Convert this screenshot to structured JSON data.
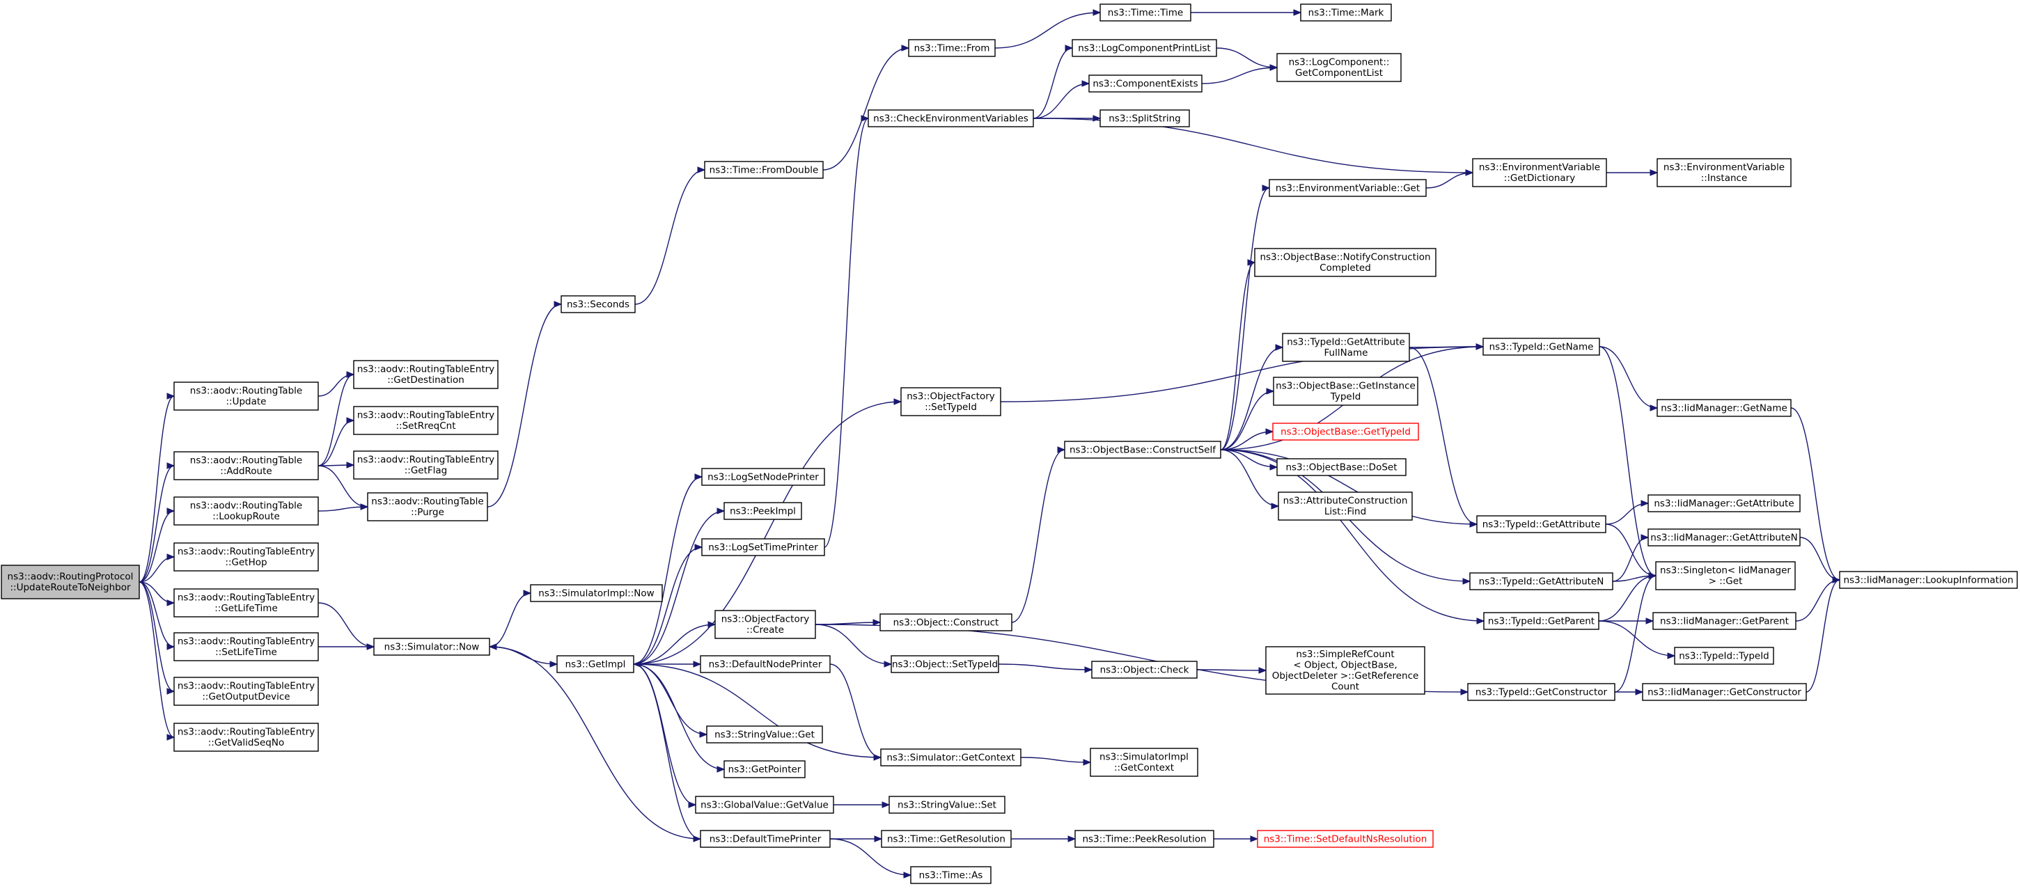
{
  "graph": {
    "colors": {
      "edge": "#191970",
      "root_fill": "#bfbfbf",
      "highlight": "#ff0000"
    },
    "nodes": [
      {
        "id": "root",
        "lines": [
          "ns3::aodv::RoutingProtocol",
          "::UpdateRouteToNeighbor"
        ],
        "root": true
      },
      {
        "id": "rtUpdate",
        "lines": [
          "ns3::aodv::RoutingTable",
          "::Update"
        ]
      },
      {
        "id": "rtAddRoute",
        "lines": [
          "ns3::aodv::RoutingTable",
          "::AddRoute"
        ]
      },
      {
        "id": "rtLookup",
        "lines": [
          "ns3::aodv::RoutingTable",
          "::LookupRoute"
        ]
      },
      {
        "id": "rteGetHop",
        "lines": [
          "ns3::aodv::RoutingTableEntry",
          "::GetHop"
        ]
      },
      {
        "id": "rteGetLife",
        "lines": [
          "ns3::aodv::RoutingTableEntry",
          "::GetLifeTime"
        ]
      },
      {
        "id": "rteSetLife",
        "lines": [
          "ns3::aodv::RoutingTableEntry",
          "::SetLifeTime"
        ]
      },
      {
        "id": "rteGetOut",
        "lines": [
          "ns3::aodv::RoutingTableEntry",
          "::GetOutputDevice"
        ]
      },
      {
        "id": "rteGetValid",
        "lines": [
          "ns3::aodv::RoutingTableEntry",
          "::GetValidSeqNo"
        ]
      },
      {
        "id": "rteGetDest",
        "lines": [
          "ns3::aodv::RoutingTableEntry",
          "::GetDestination"
        ]
      },
      {
        "id": "rteSetReq",
        "lines": [
          "ns3::aodv::RoutingTableEntry",
          "::SetRreqCnt"
        ]
      },
      {
        "id": "rteGetFlag",
        "lines": [
          "ns3::aodv::RoutingTableEntry",
          "::GetFlag"
        ]
      },
      {
        "id": "rtPurge",
        "lines": [
          "ns3::aodv::RoutingTable",
          "::Purge"
        ]
      },
      {
        "id": "simNow",
        "lines": [
          "ns3::Simulator::Now"
        ]
      },
      {
        "id": "seconds",
        "lines": [
          "ns3::Seconds"
        ]
      },
      {
        "id": "fromDouble",
        "lines": [
          "ns3::Time::FromDouble"
        ]
      },
      {
        "id": "timeFrom",
        "lines": [
          "ns3::Time::From"
        ]
      },
      {
        "id": "timeTime",
        "lines": [
          "ns3::Time::Time"
        ]
      },
      {
        "id": "timeMark",
        "lines": [
          "ns3::Time::Mark"
        ]
      },
      {
        "id": "simImplNow",
        "lines": [
          "ns3::SimulatorImpl::Now"
        ]
      },
      {
        "id": "getImpl",
        "lines": [
          "ns3::GetImpl"
        ]
      },
      {
        "id": "logSetNode",
        "lines": [
          "ns3::LogSetNodePrinter"
        ]
      },
      {
        "id": "peekImpl",
        "lines": [
          "ns3::PeekImpl"
        ]
      },
      {
        "id": "logSetTime",
        "lines": [
          "ns3::LogSetTimePrinter"
        ]
      },
      {
        "id": "ofCreate",
        "lines": [
          "ns3::ObjectFactory",
          "::Create"
        ]
      },
      {
        "id": "defNodePrinter",
        "lines": [
          "ns3::DefaultNodePrinter"
        ]
      },
      {
        "id": "strValGet",
        "lines": [
          "ns3::StringValue::Get"
        ]
      },
      {
        "id": "getPointer",
        "lines": [
          "ns3::GetPointer"
        ]
      },
      {
        "id": "gvGetValue",
        "lines": [
          "ns3::GlobalValue::GetValue"
        ]
      },
      {
        "id": "defTimePrinter",
        "lines": [
          "ns3::DefaultTimePrinter"
        ]
      },
      {
        "id": "checkEnv",
        "lines": [
          "ns3::CheckEnvironmentVariables"
        ]
      },
      {
        "id": "ofSetTypeId",
        "lines": [
          "ns3::ObjectFactory",
          "::SetTypeId"
        ]
      },
      {
        "id": "objConstruct",
        "lines": [
          "ns3::Object::Construct"
        ]
      },
      {
        "id": "objSetTypeId",
        "lines": [
          "ns3::Object::SetTypeId"
        ]
      },
      {
        "id": "simGetContext",
        "lines": [
          "ns3::Simulator::GetContext"
        ]
      },
      {
        "id": "strValSet",
        "lines": [
          "ns3::StringValue::Set"
        ]
      },
      {
        "id": "getResolution",
        "lines": [
          "ns3::Time::GetResolution"
        ]
      },
      {
        "id": "timeAs",
        "lines": [
          "ns3::Time::As"
        ]
      },
      {
        "id": "logCompPrint",
        "lines": [
          "ns3::LogComponentPrintList"
        ]
      },
      {
        "id": "compExists",
        "lines": [
          "ns3::ComponentExists"
        ]
      },
      {
        "id": "splitString",
        "lines": [
          "ns3::SplitString"
        ]
      },
      {
        "id": "logCompGetList",
        "lines": [
          "ns3::LogComponent::",
          "GetComponentList"
        ]
      },
      {
        "id": "envGetDict",
        "lines": [
          "ns3::EnvironmentVariable",
          "::GetDictionary"
        ]
      },
      {
        "id": "envInstance",
        "lines": [
          "ns3::EnvironmentVariable",
          "::Instance"
        ]
      },
      {
        "id": "envGet",
        "lines": [
          "ns3::EnvironmentVariable::Get"
        ]
      },
      {
        "id": "obNotify",
        "lines": [
          "ns3::ObjectBase::NotifyConstruction",
          "Completed"
        ]
      },
      {
        "id": "tidGetAttrFull",
        "lines": [
          "ns3::TypeId::GetAttribute",
          "FullName"
        ]
      },
      {
        "id": "obGetInstTid",
        "lines": [
          "ns3::ObjectBase::GetInstance",
          "TypeId"
        ]
      },
      {
        "id": "obGetTid",
        "lines": [
          "ns3::ObjectBase::GetTypeId"
        ],
        "red": true
      },
      {
        "id": "obConstructSelf",
        "lines": [
          "ns3::ObjectBase::ConstructSelf"
        ]
      },
      {
        "id": "obDoSet",
        "lines": [
          "ns3::ObjectBase::DoSet"
        ]
      },
      {
        "id": "attrConstrFind",
        "lines": [
          "ns3::AttributeConstruction",
          "List::Find"
        ]
      },
      {
        "id": "tidGetName",
        "lines": [
          "ns3::TypeId::GetName"
        ]
      },
      {
        "id": "tidGetAttr",
        "lines": [
          "ns3::TypeId::GetAttribute"
        ]
      },
      {
        "id": "tidGetAttrN",
        "lines": [
          "ns3::TypeId::GetAttributeN"
        ]
      },
      {
        "id": "tidGetParent",
        "lines": [
          "ns3::TypeId::GetParent"
        ]
      },
      {
        "id": "tidGetCtor",
        "lines": [
          "ns3::TypeId::GetConstructor"
        ]
      },
      {
        "id": "objCheck",
        "lines": [
          "ns3::Object::Check"
        ]
      },
      {
        "id": "simpleRef",
        "lines": [
          "ns3::SimpleRefCount",
          "< Object, ObjectBase,",
          "ObjectDeleter >::GetReference",
          "Count"
        ]
      },
      {
        "id": "simImplGetCtx",
        "lines": [
          "ns3::SimulatorImpl",
          "::GetContext"
        ]
      },
      {
        "id": "peekResolution",
        "lines": [
          "ns3::Time::PeekResolution"
        ]
      },
      {
        "id": "setDefNsRes",
        "lines": [
          "ns3::Time::SetDefaultNsResolution"
        ],
        "red": true
      },
      {
        "id": "iidGetName",
        "lines": [
          "ns3::IidManager::GetName"
        ]
      },
      {
        "id": "iidGetAttr",
        "lines": [
          "ns3::IidManager::GetAttribute"
        ]
      },
      {
        "id": "iidGetAttrN",
        "lines": [
          "ns3::IidManager::GetAttributeN"
        ]
      },
      {
        "id": "singletonGet",
        "lines": [
          "ns3::Singleton< IidManager",
          "> ::Get"
        ]
      },
      {
        "id": "iidGetParent",
        "lines": [
          "ns3::IidManager::GetParent"
        ]
      },
      {
        "id": "tidTypeId",
        "lines": [
          "ns3::TypeId::TypeId"
        ]
      },
      {
        "id": "iidGetCtor",
        "lines": [
          "ns3::IidManager::GetConstructor"
        ]
      },
      {
        "id": "iidLookup",
        "lines": [
          "ns3::IidManager::LookupInformation"
        ]
      }
    ],
    "edges": [
      [
        "root",
        "rtUpdate"
      ],
      [
        "root",
        "rtAddRoute"
      ],
      [
        "root",
        "rtLookup"
      ],
      [
        "root",
        "rteGetHop"
      ],
      [
        "root",
        "rteGetLife"
      ],
      [
        "root",
        "rteSetLife"
      ],
      [
        "root",
        "rteGetOut"
      ],
      [
        "root",
        "rteGetValid"
      ],
      [
        "rtUpdate",
        "rteGetDest"
      ],
      [
        "rtAddRoute",
        "rteGetDest"
      ],
      [
        "rtAddRoute",
        "rteSetReq"
      ],
      [
        "rtAddRoute",
        "rteGetFlag"
      ],
      [
        "rtAddRoute",
        "rtPurge"
      ],
      [
        "rtLookup",
        "rtPurge"
      ],
      [
        "rteGetLife",
        "simNow"
      ],
      [
        "rteSetLife",
        "simNow"
      ],
      [
        "rtPurge",
        "seconds"
      ],
      [
        "seconds",
        "fromDouble"
      ],
      [
        "fromDouble",
        "timeFrom"
      ],
      [
        "timeFrom",
        "timeTime"
      ],
      [
        "timeTime",
        "timeMark"
      ],
      [
        "simNow",
        "simImplNow"
      ],
      [
        "simNow",
        "getImpl"
      ],
      [
        "getImpl",
        "logSetNode"
      ],
      [
        "getImpl",
        "peekImpl"
      ],
      [
        "getImpl",
        "logSetTime"
      ],
      [
        "getImpl",
        "ofSetTypeId"
      ],
      [
        "getImpl",
        "ofCreate"
      ],
      [
        "getImpl",
        "defNodePrinter"
      ],
      [
        "getImpl",
        "strValGet"
      ],
      [
        "getImpl",
        "getPointer"
      ],
      [
        "getImpl",
        "gvGetValue"
      ],
      [
        "getImpl",
        "defTimePrinter"
      ],
      [
        "logSetTime",
        "checkEnv"
      ],
      [
        "ofSetTypeId",
        "tidGetName"
      ],
      [
        "ofCreate",
        "objConstruct"
      ],
      [
        "ofCreate",
        "objSetTypeId"
      ],
      [
        "ofCreate",
        "tidGetCtor"
      ],
      [
        "defNodePrinter",
        "simGetContext"
      ],
      [
        "simGetContext",
        "getImpl"
      ],
      [
        "simGetContext",
        "simImplGetCtx"
      ],
      [
        "gvGetValue",
        "strValSet"
      ],
      [
        "defTimePrinter",
        "simNow"
      ],
      [
        "defTimePrinter",
        "getResolution"
      ],
      [
        "defTimePrinter",
        "timeAs"
      ],
      [
        "getResolution",
        "peekResolution"
      ],
      [
        "peekResolution",
        "setDefNsRes"
      ],
      [
        "checkEnv",
        "logCompPrint"
      ],
      [
        "checkEnv",
        "compExists"
      ],
      [
        "checkEnv",
        "splitString"
      ],
      [
        "checkEnv",
        "envGetDict"
      ],
      [
        "logCompPrint",
        "logCompGetList"
      ],
      [
        "compExists",
        "logCompGetList"
      ],
      [
        "envGetDict",
        "envInstance"
      ],
      [
        "envGet",
        "envGetDict"
      ],
      [
        "objConstruct",
        "obConstructSelf"
      ],
      [
        "objSetTypeId",
        "objCheck"
      ],
      [
        "objCheck",
        "simpleRef"
      ],
      [
        "obConstructSelf",
        "envGet"
      ],
      [
        "obConstructSelf",
        "obNotify"
      ],
      [
        "obConstructSelf",
        "tidGetName"
      ],
      [
        "obConstructSelf",
        "tidGetAttrFull"
      ],
      [
        "obConstructSelf",
        "obGetInstTid"
      ],
      [
        "obConstructSelf",
        "obGetTid"
      ],
      [
        "obConstructSelf",
        "obDoSet"
      ],
      [
        "obConstructSelf",
        "attrConstrFind"
      ],
      [
        "obConstructSelf",
        "tidGetAttr"
      ],
      [
        "obConstructSelf",
        "tidGetAttrN"
      ],
      [
        "obConstructSelf",
        "tidGetParent"
      ],
      [
        "tidGetAttrFull",
        "tidGetName"
      ],
      [
        "tidGetAttrFull",
        "tidGetAttr"
      ],
      [
        "tidGetName",
        "iidGetName"
      ],
      [
        "tidGetName",
        "singletonGet"
      ],
      [
        "tidGetAttr",
        "iidGetAttr"
      ],
      [
        "tidGetAttr",
        "singletonGet"
      ],
      [
        "tidGetAttrN",
        "iidGetAttrN"
      ],
      [
        "tidGetAttrN",
        "singletonGet"
      ],
      [
        "tidGetParent",
        "iidGetParent"
      ],
      [
        "tidGetParent",
        "singletonGet"
      ],
      [
        "tidGetParent",
        "tidTypeId"
      ],
      [
        "tidGetCtor",
        "iidGetCtor"
      ],
      [
        "tidGetCtor",
        "singletonGet"
      ],
      [
        "iidGetName",
        "iidLookup"
      ],
      [
        "iidGetAttrN",
        "iidLookup"
      ],
      [
        "iidGetParent",
        "iidLookup"
      ],
      [
        "iidGetCtor",
        "iidLookup"
      ]
    ]
  }
}
